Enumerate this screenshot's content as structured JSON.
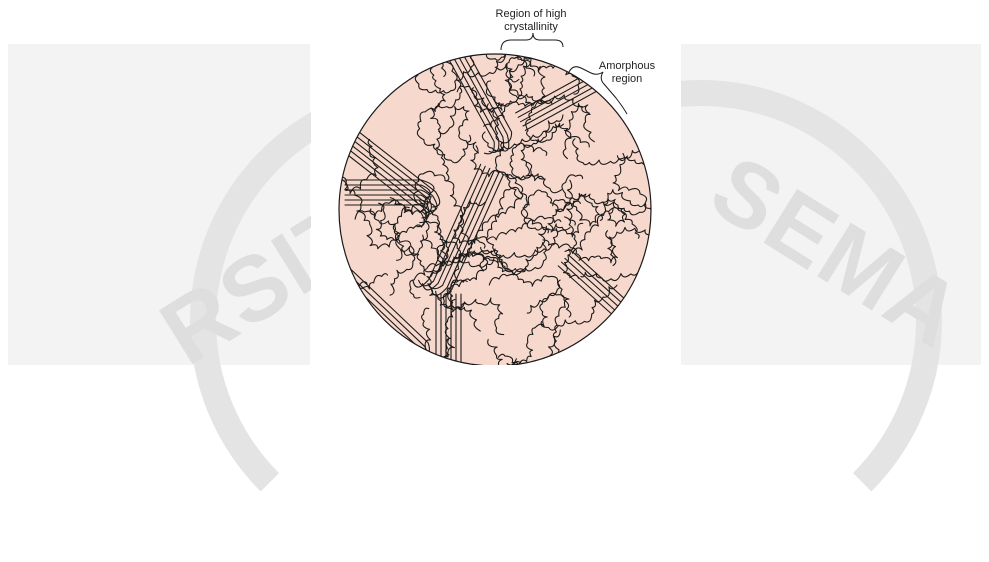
{
  "labels": {
    "crystalline": "Region of high crystallinity",
    "amorphous": "Amorphous region"
  },
  "watermark": {
    "left_text": "RSITA",
    "right_text": "SEMA"
  },
  "colors": {
    "circle_fill": "#f7d8cc",
    "line": "#1a1a1a",
    "panel": "#f3f3f3",
    "watermark": "#dedede"
  }
}
